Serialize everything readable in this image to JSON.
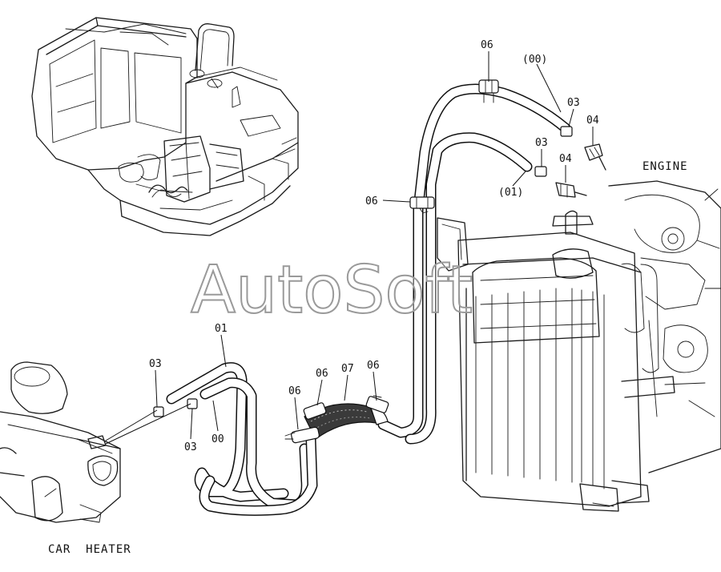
{
  "diagram": {
    "watermark": "AutoSoft",
    "captions": {
      "engine": "ENGINE",
      "car_heater": "CAR  HEATER"
    },
    "callouts": {
      "top_clamp": "06",
      "hose_00_top": "(00)",
      "clamp_03_upper": "03",
      "fitting_04_upper": "04",
      "clamp_03_lower": "03",
      "fitting_04_lower": "04",
      "hose_01_top": "(01)",
      "left_clamp": "06",
      "hose_01_heater": "01",
      "clamp_03_heater_a": "03",
      "clamp_03_heater_b": "03",
      "hose_00_heater": "00",
      "joint_clamp_left": "06",
      "joint_clamp_mid": "06",
      "joint_hose": "07",
      "joint_clamp_right": "06"
    }
  }
}
